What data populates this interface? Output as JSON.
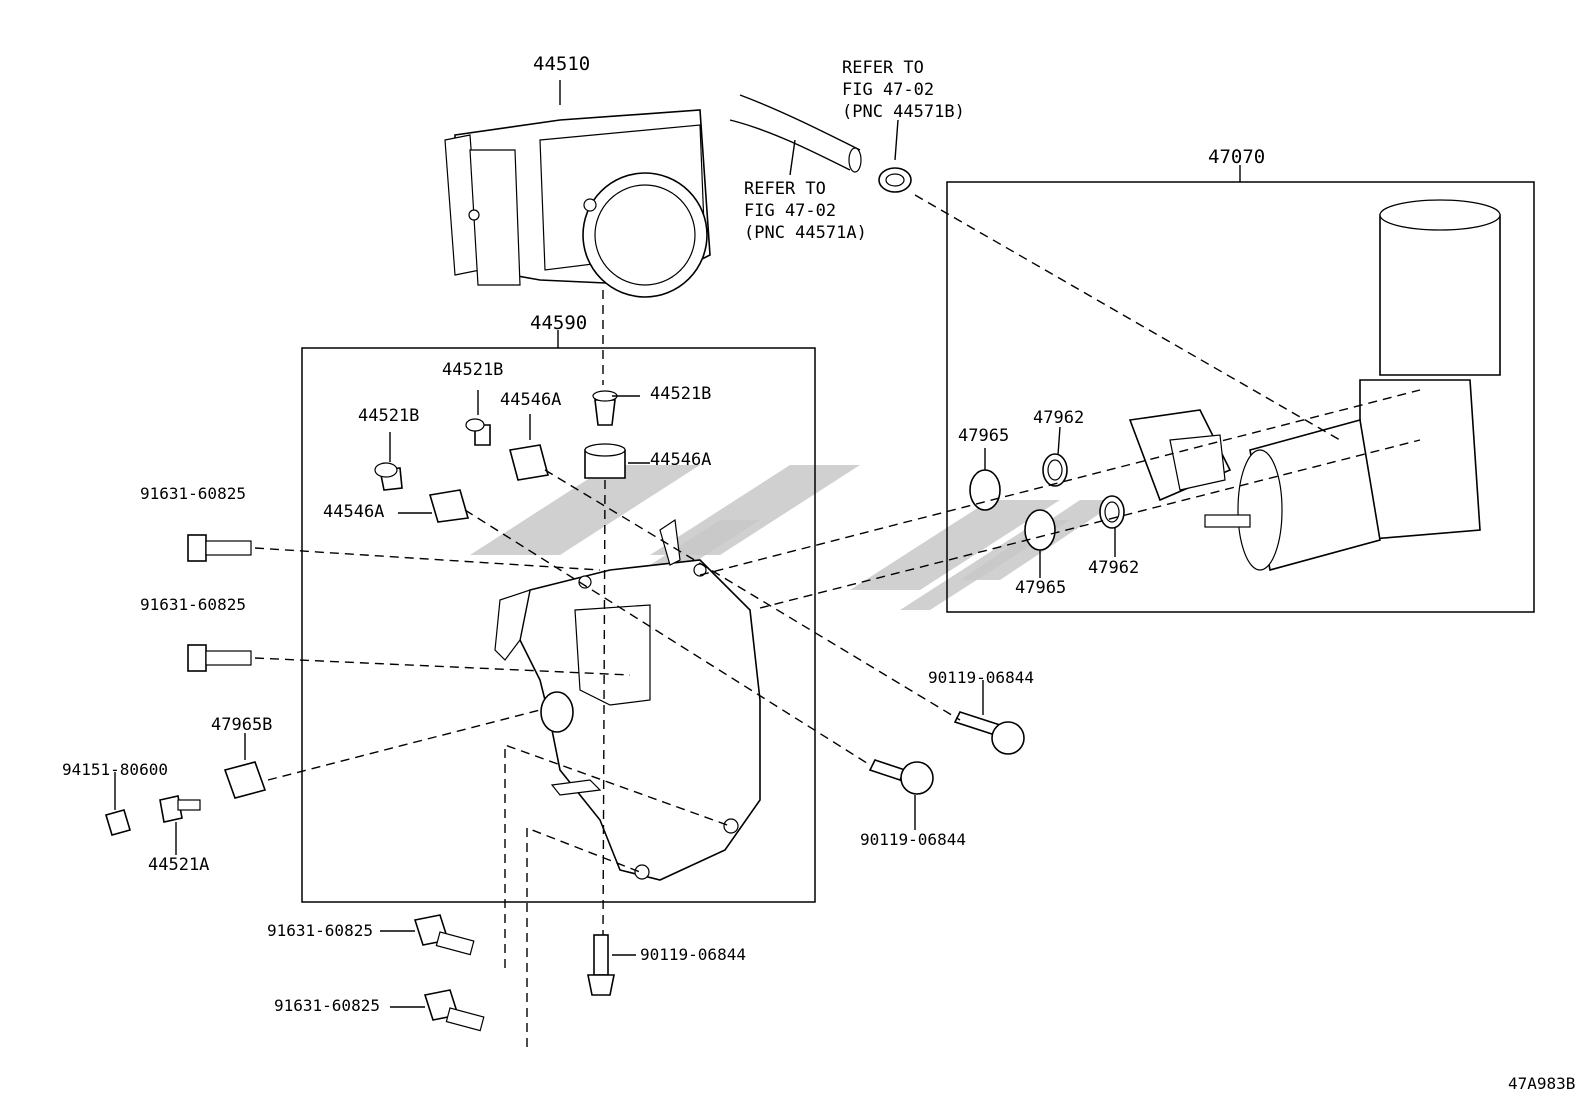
{
  "diagram": {
    "labels": {
      "p44510": "44510",
      "p44590": "44590",
      "p47070": "47070",
      "p44521B_top": "44521B",
      "p44521B_left": "44521B",
      "p44521B_right": "44521B",
      "p44546A_mid": "44546A",
      "p44546A_right": "44546A",
      "p44546A_left": "44546A",
      "p91631_a": "91631-60825",
      "p91631_b": "91631-60825",
      "p91631_c": "91631-60825",
      "p91631_d": "91631-60825",
      "p47965B": "47965B",
      "p94151": "94151-80600",
      "p44521A": "44521A",
      "p90119_a": "90119-06844",
      "p90119_b": "90119-06844",
      "p90119_c": "90119-06844",
      "p47965_a": "47965",
      "p47965_b": "47965",
      "p47962_a": "47962",
      "p47962_b": "47962",
      "ref_top": "REFER TO\nFIG 47-02\n(PNC 44571B)",
      "ref_mid": "REFER TO\nFIG 47-02\n(PNC 44571A)",
      "figure_code": "47A983B"
    }
  }
}
